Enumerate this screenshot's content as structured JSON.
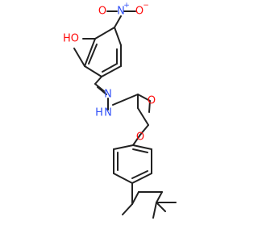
{
  "colors": {
    "bond": "#222222",
    "oxygen": "#ff0d0d",
    "nitrogen": "#3050f8",
    "background": "#ffffff"
  },
  "atoms": {
    "hydroxyl_ho": "HO",
    "nitro_n": "N",
    "nitro_n_charge": "+",
    "nitro_o_top": "O",
    "nitro_o_top_charge": "−",
    "nitro_o_left": "O",
    "imine_n": "N",
    "hydrazide_nh": "N",
    "hydrazide_h": "H",
    "carbonyl_o": "O",
    "ether_o": "O"
  }
}
